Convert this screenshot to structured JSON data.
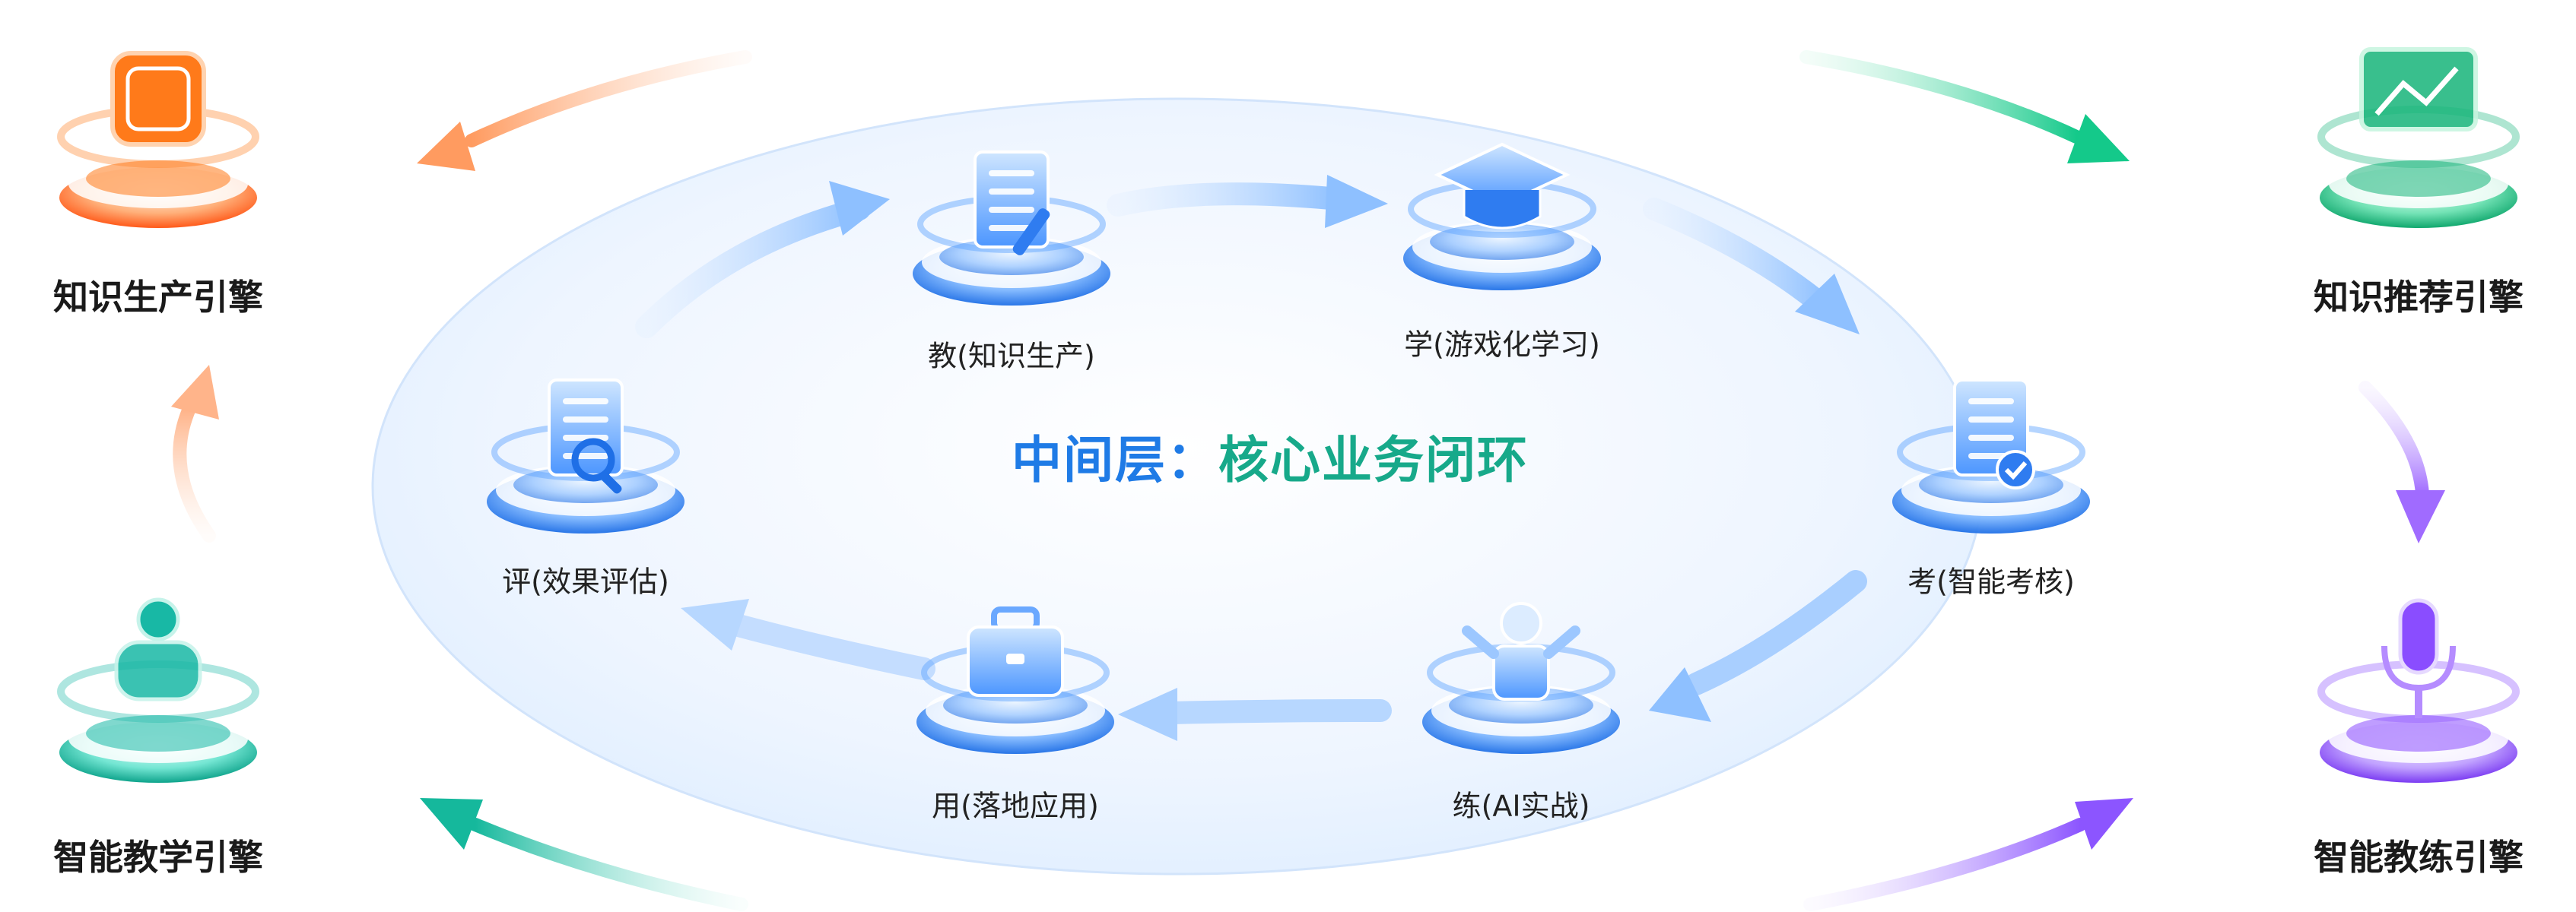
{
  "center": {
    "title_prefix": "中间层：",
    "title_main": "核心业务闭环"
  },
  "stages": [
    {
      "id": "teach",
      "label": "教(知识生产)",
      "icon": "document-pencil-icon"
    },
    {
      "id": "learn",
      "label": "学(游戏化学习)",
      "icon": "graduation-cap-icon"
    },
    {
      "id": "exam",
      "label": "考(智能考核)",
      "icon": "document-check-icon"
    },
    {
      "id": "practice",
      "label": "练(AI实战)",
      "icon": "person-icon"
    },
    {
      "id": "apply",
      "label": "用(落地应用)",
      "icon": "briefcase-icon"
    },
    {
      "id": "evaluate",
      "label": "评(效果评估)",
      "icon": "document-search-icon"
    }
  ],
  "engines": [
    {
      "id": "knowledge-production",
      "label": "知识生产引擎",
      "icon": "ai-chip-icon",
      "color": "#ff7a1a"
    },
    {
      "id": "knowledge-recommendation",
      "label": "知识推荐引擎",
      "icon": "chart-screen-icon",
      "color": "#17b57a"
    },
    {
      "id": "smart-coaching",
      "label": "智能教练引擎",
      "icon": "microphone-icon",
      "color": "#8a4dff"
    },
    {
      "id": "smart-teaching",
      "label": "智能教学引擎",
      "icon": "teacher-icon",
      "color": "#18b8a5"
    }
  ],
  "colors": {
    "loop_blue": "#3a8ff5",
    "ellipse_fill": "#eaf3ff",
    "orange": "#ff9a5a",
    "green": "#16c98a",
    "purple": "#a06bff",
    "teal": "#19c0a0"
  }
}
